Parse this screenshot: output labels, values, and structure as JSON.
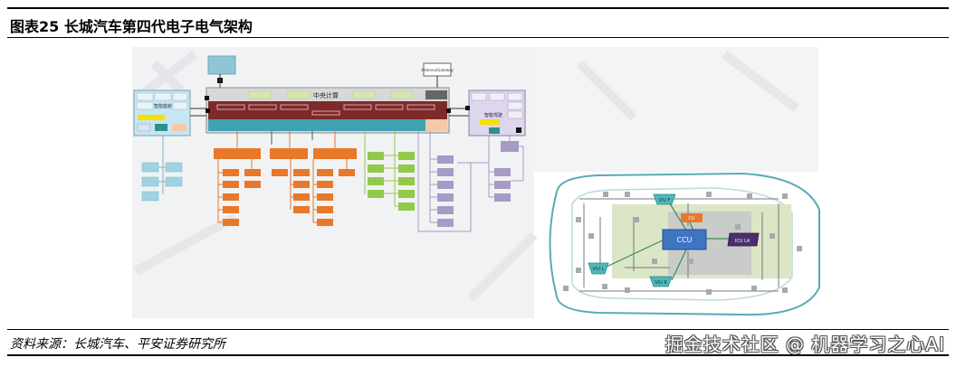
{
  "figure": {
    "title": "图表25    长城汽车第四代电子电气架构",
    "source": "资料来源：长城汽车、平安证券研究所",
    "watermark": "掘金技术社区 @ 机器学习之心AI"
  },
  "architecture": {
    "central_label": "中央计算",
    "central_inner_label": "",
    "left_domain_label": "智能座舱",
    "right_domain_label": "智能驾驶",
    "top_box_label": "Antenna/Gateway"
  },
  "car": {
    "ccu_label": "CCU",
    "icu_label": "ICU L4",
    "viu_front_label": "VIU F",
    "viu_left_label": "VIU L",
    "viu_rear_label": "VIU R",
    "cu_label": "CU"
  },
  "colors": {
    "orange": "#e8782a",
    "green": "#92c94b",
    "purple": "#a79ac6",
    "lightblue": "#9fd3e3",
    "teal": "#4fb8b8",
    "darkred": "#7f2a2a",
    "ccu_blue": "#3f74c2"
  }
}
